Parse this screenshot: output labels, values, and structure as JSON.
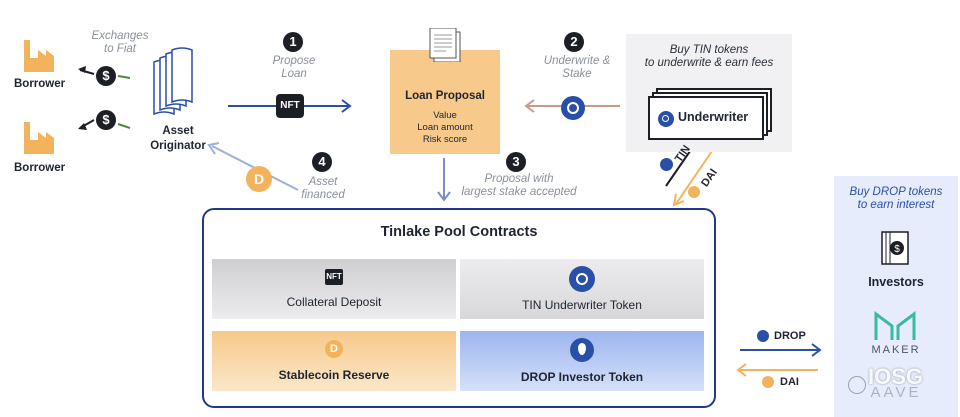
{
  "left": {
    "exchanges": "Exchanges\nto Fiat",
    "borrower_top": "Borrower",
    "borrower_bottom": "Borrower",
    "asset_originator": "Asset\nOriginator"
  },
  "steps": {
    "s1_num": "1",
    "s1_text": "Propose\nLoan",
    "s2_num": "2",
    "s2_text": "Underwrite &\nStake",
    "s3_num": "3",
    "s3_text": "Proposal with\nlargest stake accepted",
    "s4_num": "4",
    "s4_text": "Asset\nfinanced"
  },
  "loan_proposal": {
    "title": "Loan Proposal",
    "lines": "Value\nLoan amount\nRisk score"
  },
  "underwriter": {
    "buy_text": "Buy TIN tokens\nto underwrite & earn  fees",
    "label": "Underwriter",
    "tin": "TIN",
    "dai": "DAI"
  },
  "pool": {
    "title": "Tinlake Pool Contracts",
    "collateral": "Collateral Deposit",
    "tin_token": "TIN Underwriter Token",
    "stablecoin": "Stablecoin Reserve",
    "drop_token": "DROP Investor Token",
    "nft_badge": "NFT"
  },
  "investors": {
    "buy_text": "Buy DROP tokens\nto earn interest",
    "label": "Investors",
    "maker": "MAKER",
    "aave": "AAVE"
  },
  "flows": {
    "drop": "DROP",
    "dai": "DAI",
    "nft_badge": "NFT"
  },
  "watermark": "IOSG",
  "colors": {
    "navy": "#1e3a8a",
    "orange": "#f2b35c",
    "blue": "#2a4fa8",
    "grey": "#d6d7da"
  }
}
